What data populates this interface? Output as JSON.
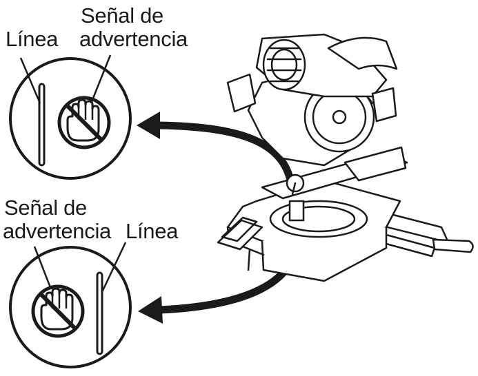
{
  "labels": {
    "top_line": "Línea",
    "top_warning_line1": "Señal de",
    "top_warning_line2": "advertencia",
    "bottom_warning_line1": "Señal de",
    "bottom_warning_line2": "advertencia",
    "bottom_line": "Línea"
  },
  "colors": {
    "ink": "#1a1a1a",
    "paper": "#ffffff"
  },
  "icons": {
    "top_symbol": "no-hand-warning-icon",
    "bottom_symbol": "no-hand-warning-icon",
    "arrow": "curved-arrow-icon",
    "tool": "miter-saw-illustration"
  }
}
